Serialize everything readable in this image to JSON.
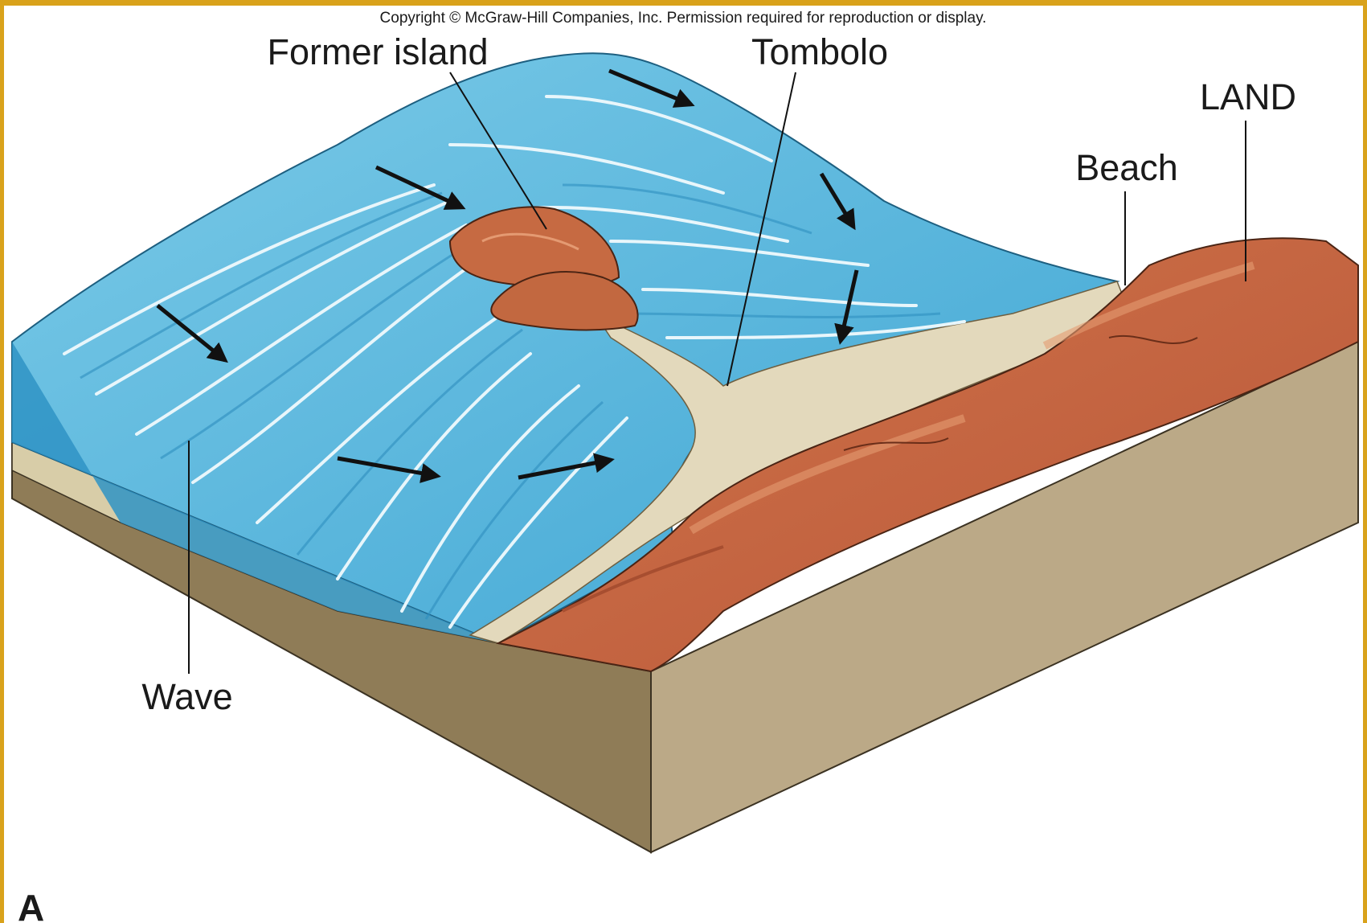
{
  "copyright": "Copyright © McGraw-Hill Companies, Inc. Permission required for reproduction or display.",
  "labels": {
    "former_island": "Former island",
    "tombolo": "Tombolo",
    "land": "LAND",
    "beach": "Beach",
    "wave": "Wave"
  },
  "panel_letter": "A",
  "colors": {
    "frame_border": "#d9a21b",
    "water": "#5bb8dd",
    "water_dark": "#2f93c4",
    "foam": "#e8f6fb",
    "sand": "#e3d9bc",
    "sediment": "#b8a684",
    "cliff_side": "#b8a684",
    "cliff_shadow": "#8f7c57",
    "land": "#c8663f",
    "land_light": "#dd8a5f",
    "island": "#c66a42",
    "arrow": "#111111"
  }
}
